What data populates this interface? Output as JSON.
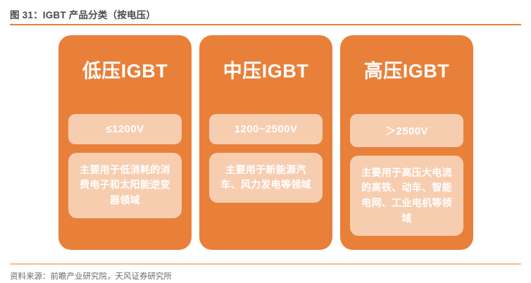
{
  "figure": {
    "title": "图 31：IGBT 产品分类（按电压）",
    "source": "资料来源：前瞻产业研究院，天风证券研究所",
    "colors": {
      "card_orange": "#e8803a",
      "chip_peach": "#f7cdb0",
      "rule_top": "#e8803a",
      "rule_bottom": "#f6bd8e",
      "title_text": "#4a4a4a",
      "source_text": "#6b6b6b",
      "on_orange_text": "#ffffff"
    }
  },
  "cards": [
    {
      "title": "低压IGBT",
      "voltage": "≤1200V",
      "description": "主要用于低消耗的消费电子和太阳能逆变器领域"
    },
    {
      "title": "中压IGBT",
      "voltage": "1200~2500V",
      "description": "主要用于新能源汽车、风力发电等领域"
    },
    {
      "title": "高压IGBT",
      "voltage": "＞2500V",
      "description": "主要用于高压大电流的高铁、动车、智能电网、工业电机等领域"
    }
  ]
}
